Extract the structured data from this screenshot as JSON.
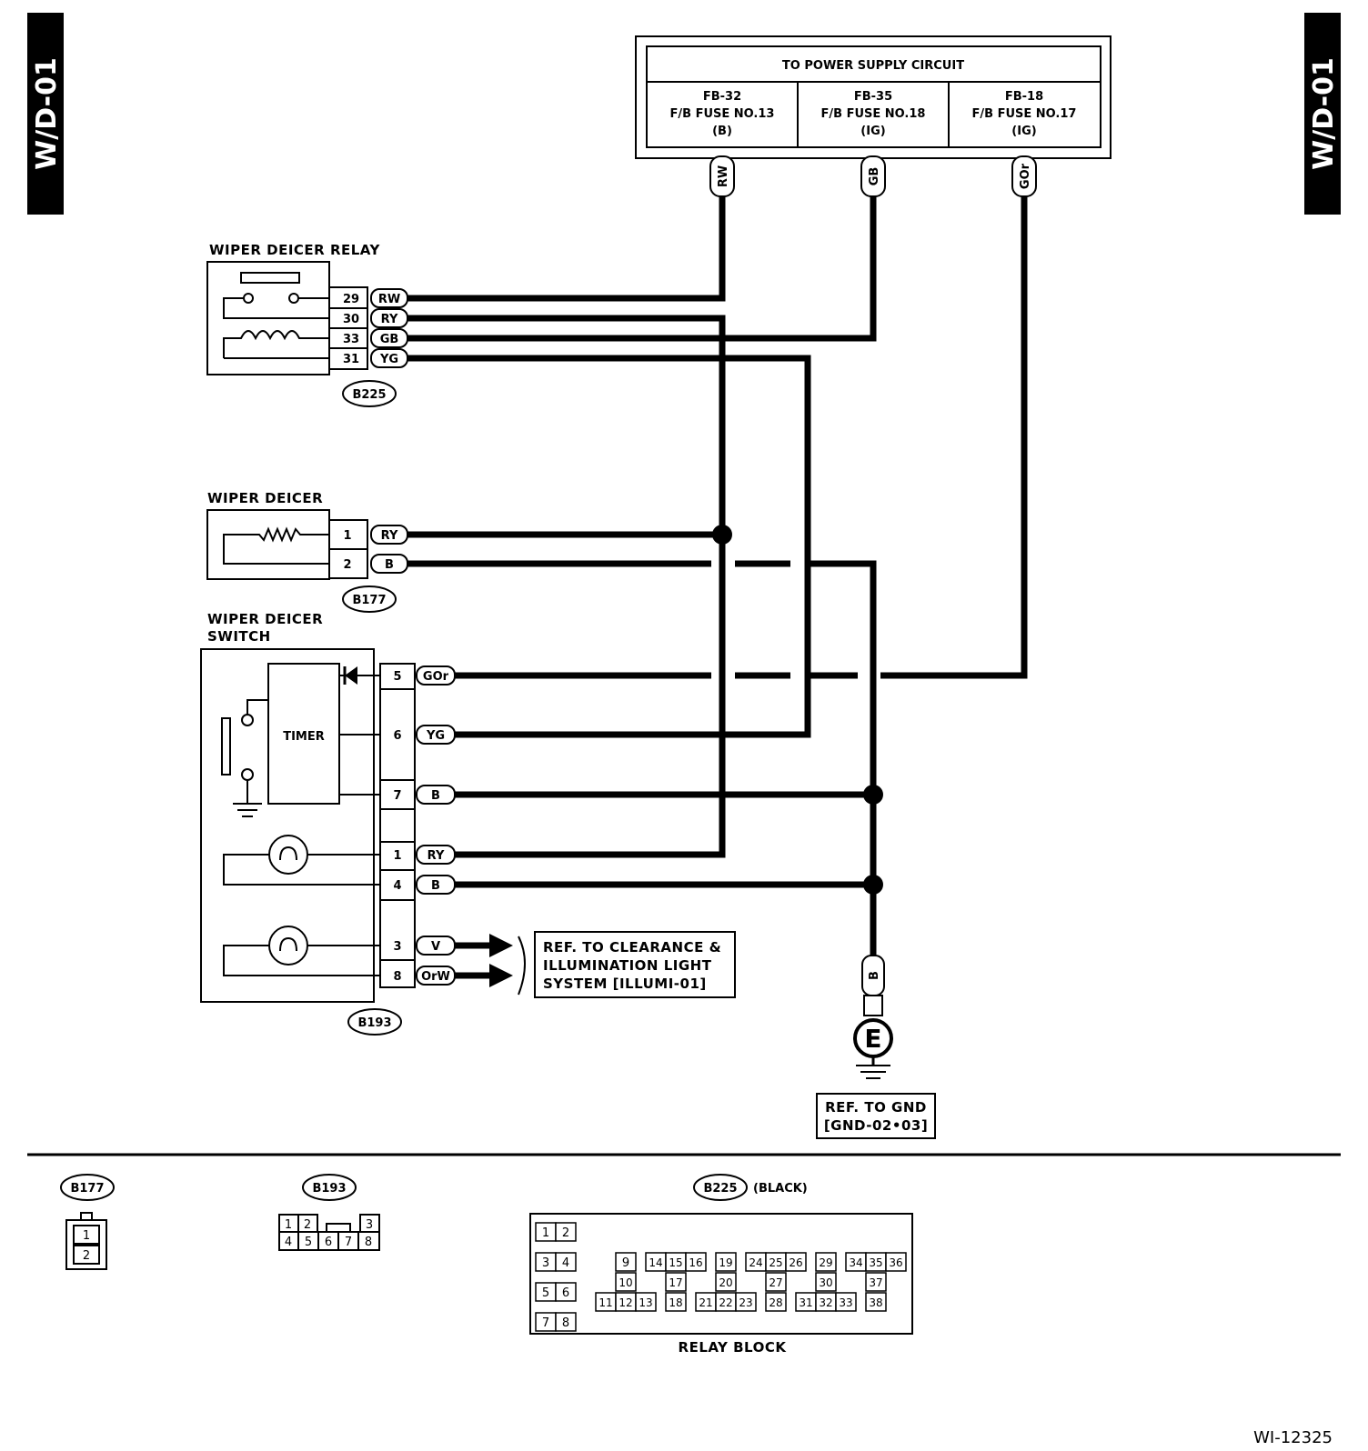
{
  "side_tab": "W/D-01",
  "power": {
    "title": "TO POWER SUPPLY CIRCUIT",
    "fuses": [
      {
        "id": "FB-32",
        "name": "F/B FUSE NO.13",
        "type": "(B)",
        "wire": "RW"
      },
      {
        "id": "FB-35",
        "name": "F/B FUSE NO.18",
        "type": "(IG)",
        "wire": "GB"
      },
      {
        "id": "FB-18",
        "name": "F/B FUSE NO.17",
        "type": "(IG)",
        "wire": "GOr"
      }
    ]
  },
  "relay": {
    "title": "WIPER DEICER RELAY",
    "connector": "B225",
    "pins": [
      {
        "pin": "29",
        "wire": "RW"
      },
      {
        "pin": "30",
        "wire": "RY"
      },
      {
        "pin": "33",
        "wire": "GB"
      },
      {
        "pin": "31",
        "wire": "YG"
      }
    ]
  },
  "deicer": {
    "title": "WIPER DEICER",
    "connector": "B177",
    "pins": [
      {
        "pin": "1",
        "wire": "RY"
      },
      {
        "pin": "2",
        "wire": "B"
      }
    ]
  },
  "switch": {
    "title_line1": "WIPER DEICER",
    "title_line2": "SWITCH",
    "timer": "TIMER",
    "connector": "B193",
    "pins": [
      {
        "pin": "5",
        "wire": "GOr"
      },
      {
        "pin": "6",
        "wire": "YG"
      },
      {
        "pin": "7",
        "wire": "B"
      },
      {
        "pin": "1",
        "wire": "RY"
      },
      {
        "pin": "4",
        "wire": "B"
      },
      {
        "pin": "3",
        "wire": "V"
      },
      {
        "pin": "8",
        "wire": "OrW"
      }
    ]
  },
  "ref_illum": {
    "line1": "REF. TO CLEARANCE &",
    "line2": "ILLUMINATION LIGHT",
    "line3": "SYSTEM [ILLUMI-01]"
  },
  "ground": {
    "wire": "B",
    "symbol": "E",
    "ref_line1": "REF. TO GND",
    "ref_line2": "[GND-02•03]"
  },
  "connectors": {
    "b177": {
      "label": "B177",
      "pins": [
        "1",
        "2"
      ]
    },
    "b193": {
      "label": "B193",
      "pins_top": [
        "1",
        "2",
        "3"
      ],
      "pins_bottom": [
        "4",
        "5",
        "6",
        "7",
        "8"
      ]
    },
    "b225": {
      "label": "B225",
      "color": "(BLACK)",
      "caption": "RELAY BLOCK",
      "pins": [
        "1",
        "2",
        "3",
        "4",
        "5",
        "6",
        "7",
        "8",
        "9",
        "10",
        "11",
        "12",
        "13",
        "14",
        "15",
        "16",
        "17",
        "18",
        "19",
        "20",
        "21",
        "22",
        "23",
        "24",
        "25",
        "26",
        "27",
        "28",
        "29",
        "30",
        "31",
        "32",
        "33",
        "34",
        "35",
        "36",
        "37",
        "38"
      ]
    }
  },
  "figure_id": "WI-12325"
}
